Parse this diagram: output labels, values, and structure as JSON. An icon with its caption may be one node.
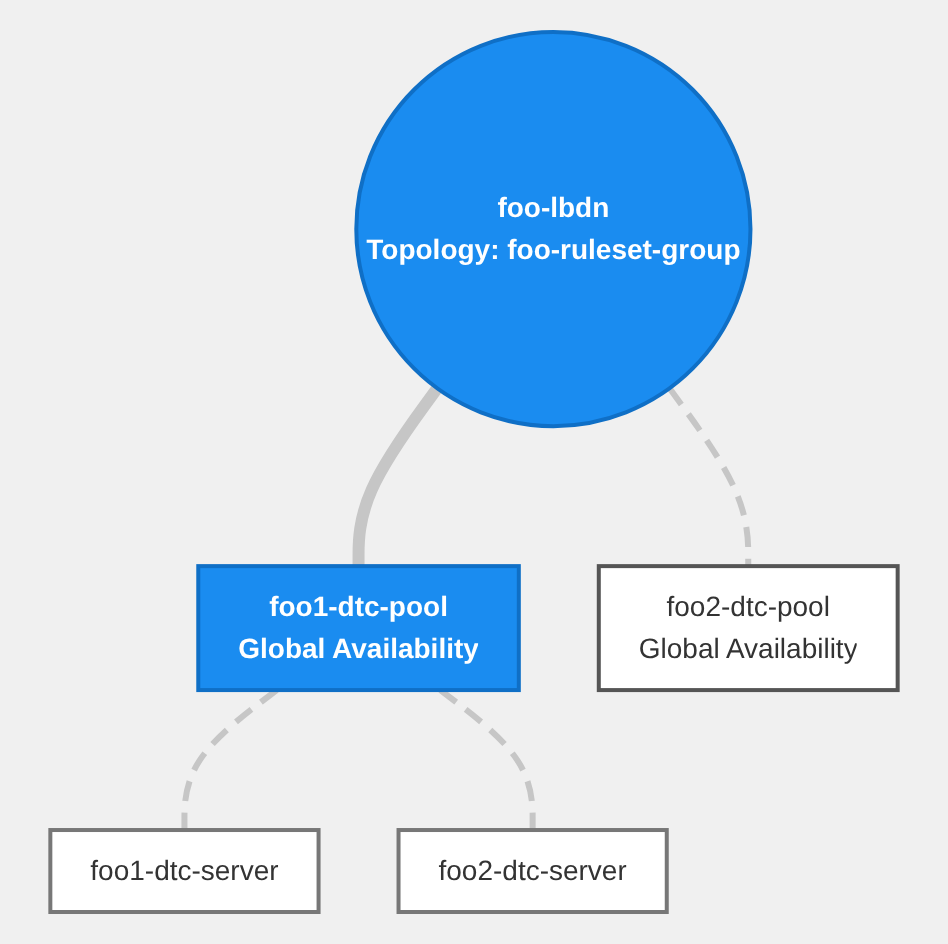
{
  "diagram": {
    "nodes": [
      {
        "text": [
          "foo-lbdn",
          "Topology: foo-ruleset-group"
        ]
      },
      {
        "text": [
          "foo1-dtc-pool",
          "Global Availability"
        ]
      },
      {
        "text": [
          "foo2-dtc-pool",
          "Global Availability"
        ]
      },
      {
        "text": [
          "foo1-dtc-server"
        ]
      },
      {
        "text": [
          "foo2-dtc-server"
        ]
      }
    ],
    "edges": [
      {
        "from": 0,
        "to": 1,
        "arrow": "none",
        "style": "thick"
      },
      {
        "from": 0,
        "to": 2,
        "arrow": "none",
        "style": "dashed"
      },
      {
        "from": 1,
        "to": 3,
        "arrow": "none",
        "style": "dashed"
      },
      {
        "from": 1,
        "to": 4,
        "arrow": "none",
        "style": "dashed"
      }
    ]
  }
}
